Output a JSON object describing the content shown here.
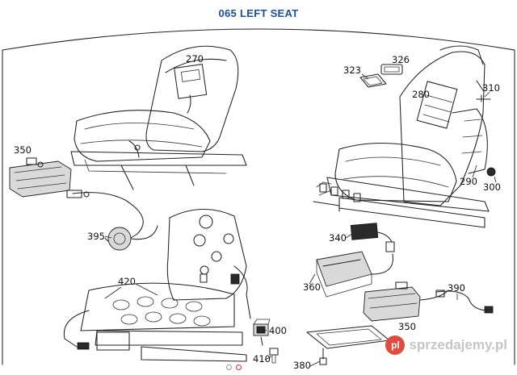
{
  "title": "065 LEFT SEAT",
  "callouts": [
    "270",
    "350",
    "395",
    "420",
    "323",
    "326",
    "310",
    "280",
    "290",
    "300",
    "340",
    "360",
    "390",
    "350",
    "400",
    "410",
    "380"
  ],
  "carousel": {
    "dots": 2,
    "active_index": 1
  },
  "watermark": {
    "logo_text": "pl",
    "text": "sprzedajemy.pl"
  },
  "colors": {
    "title": "#1a4fa0",
    "frame": "#222222",
    "watermark_logo": "#e04a3f",
    "active_dot": "#d0312d"
  }
}
